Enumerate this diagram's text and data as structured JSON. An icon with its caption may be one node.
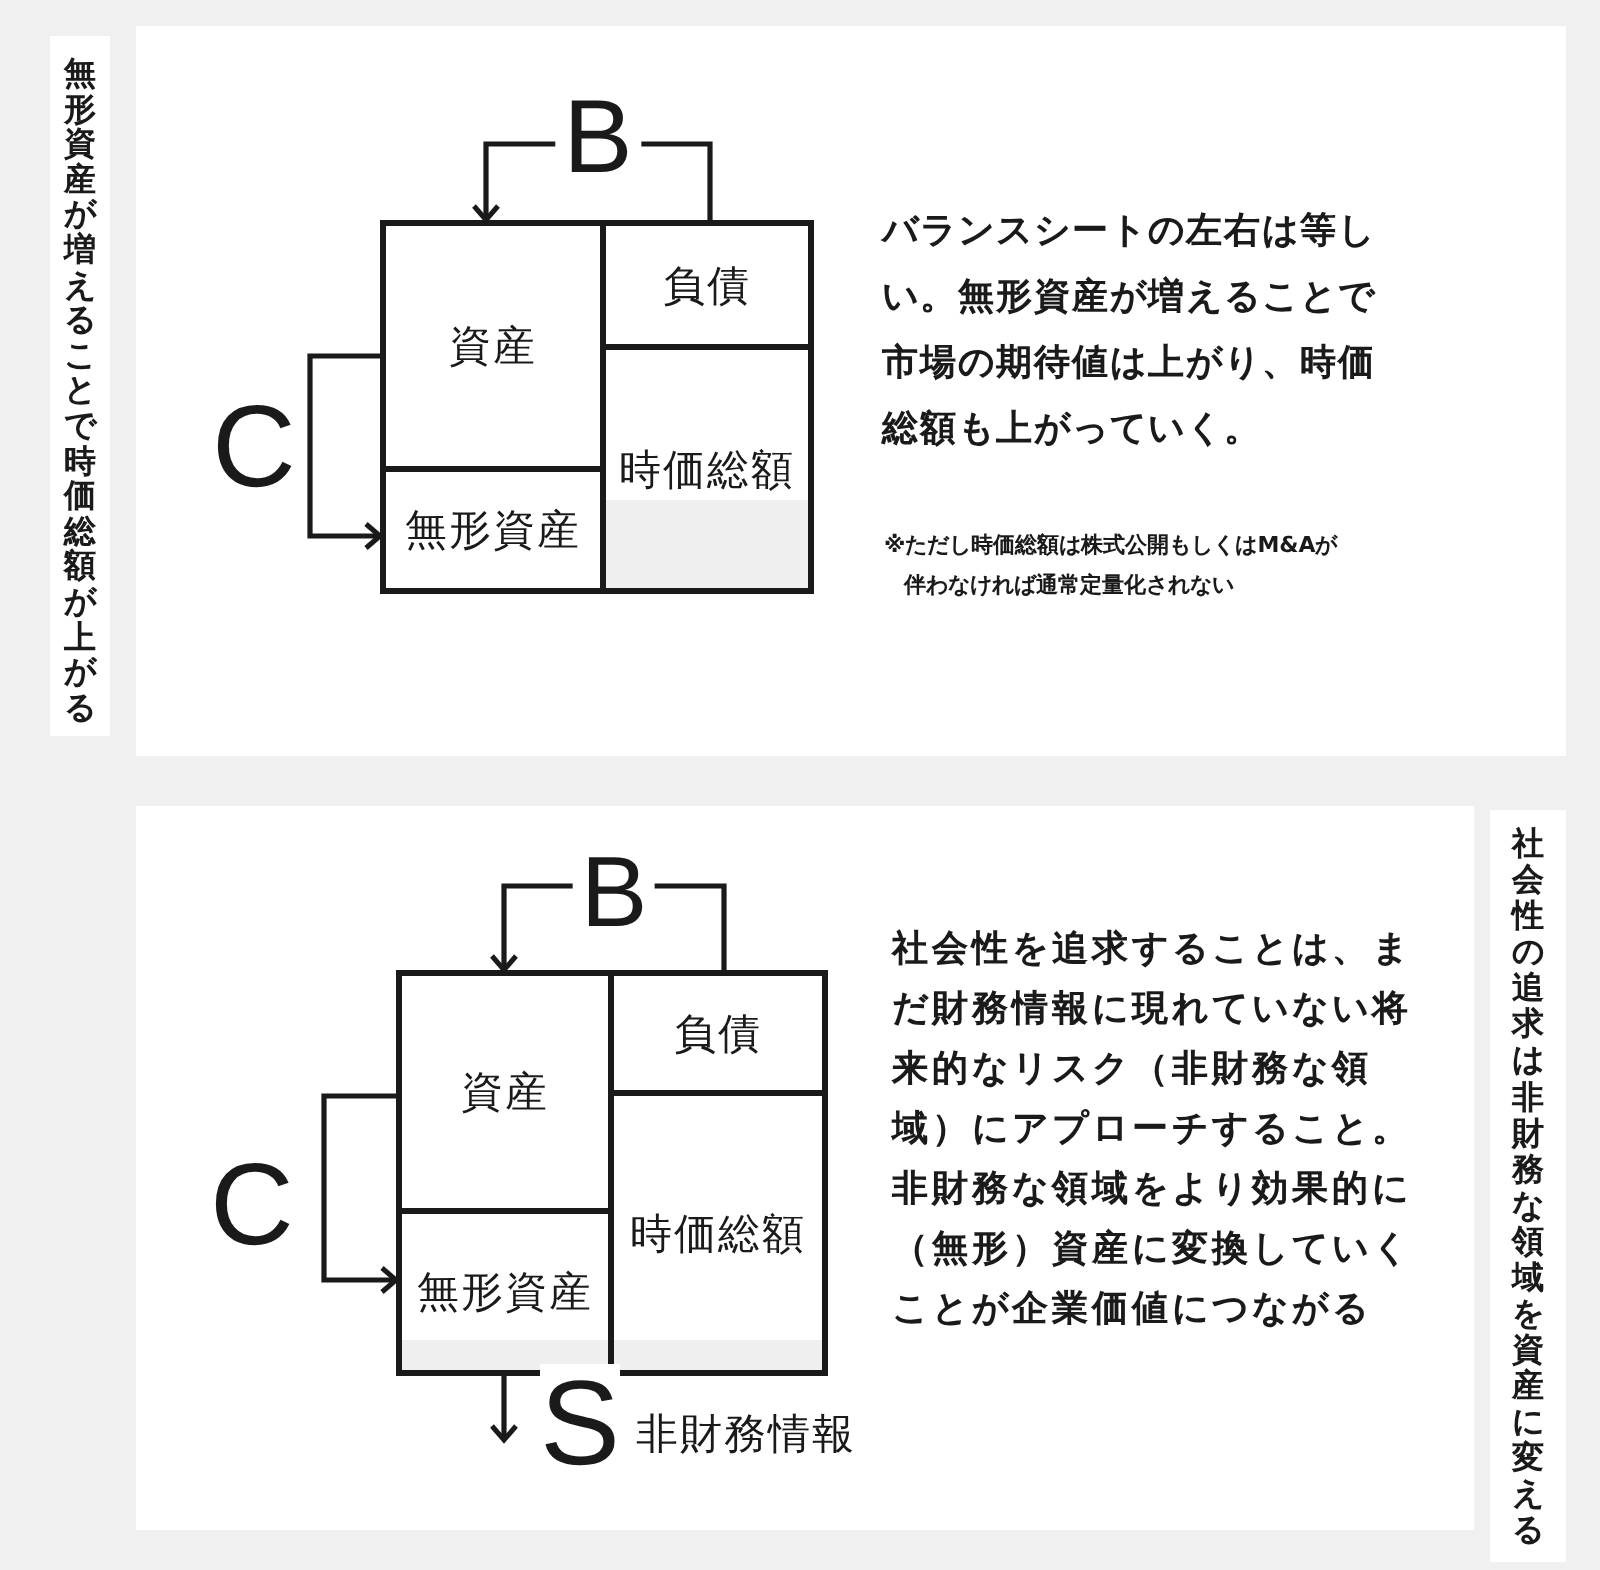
{
  "diagram": {
    "nodes": [
      {
        "text": [
          "無形資産が増えることで時価総額が上がる"
        ]
      },
      {
        "text": [
          "バランスシートの左右は等しい。無形資産が増えることで市場の期待値は上がり、時価総額も上がっていく。",
          "※ただし時価総額は株式公開もしくはM&Aが伴わなければ通常定量化されない"
        ]
      },
      {
        "text": [
          "資産"
        ],
        "in": 1
      },
      {
        "text": [
          "無形資産"
        ],
        "in": 1
      },
      {
        "text": [
          "負債"
        ],
        "in": 1
      },
      {
        "text": [
          "時価総額"
        ],
        "in": 1
      },
      {
        "text": [
          "社会性を追求することは、まだ財務情報に現れていない将来的なリスク（非財務な領域）にアプローチすること。非財務な領域をより効果的に（無形）資産に変換していくことが企業価値につながる"
        ]
      },
      {
        "text": [
          "資産"
        ],
        "in": 6
      },
      {
        "text": [
          "無形資産"
        ],
        "in": 6
      },
      {
        "text": [
          "負債"
        ],
        "in": 6
      },
      {
        "text": [
          "時価総額"
        ],
        "in": 6
      },
      {
        "text": [
          "社会性の追求は非財務な領域を資産に変える"
        ]
      }
    ],
    "edges": [
      {
        "from": 4,
        "to": 2,
        "arrow": "to",
        "label": "B"
      },
      {
        "from": 2,
        "to": 3,
        "arrow": "to",
        "label": "C"
      },
      {
        "from": 9,
        "to": 7,
        "arrow": "to",
        "label": "B"
      },
      {
        "from": 7,
        "to": 8,
        "arrow": "to",
        "label": "C"
      },
      {
        "from": 8,
        "to": null,
        "arrow": "to",
        "label": "S"
      }
    ],
    "labels": [
      "非財務情報"
    ]
  }
}
